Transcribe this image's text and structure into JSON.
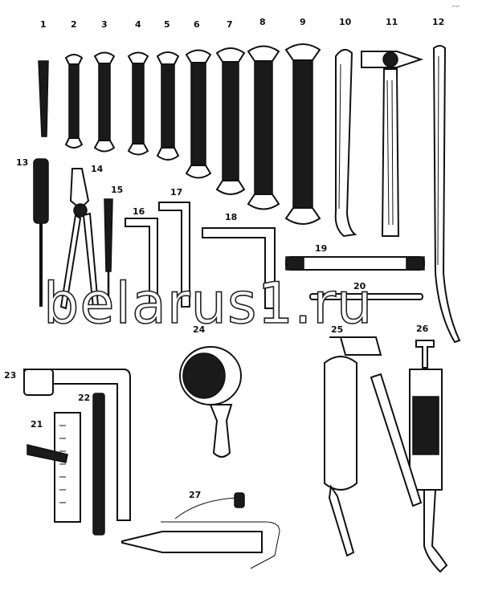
{
  "corner_mark": "⌐⌐",
  "watermark": "belarus1.ru",
  "labels": [
    "1",
    "2",
    "3",
    "4",
    "5",
    "6",
    "7",
    "8",
    "9",
    "10",
    "11",
    "12",
    "13",
    "14",
    "15",
    "16",
    "17",
    "18",
    "19",
    "20",
    "21",
    "22",
    "23",
    "24",
    "25",
    "26",
    "27"
  ]
}
